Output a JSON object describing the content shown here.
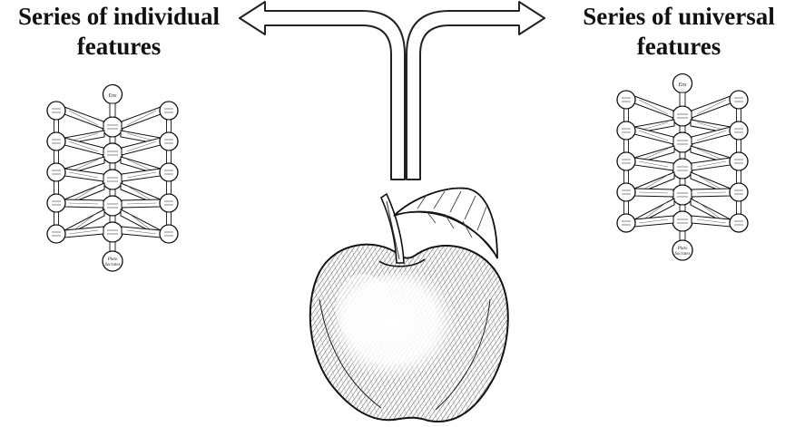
{
  "headings": {
    "left": {
      "line1": "Series of individual",
      "line2": "features"
    },
    "right": {
      "line1": "Series of universal",
      "line2": "features"
    }
  },
  "trees": {
    "left": {
      "top_node": "Ens",
      "bottom_node": "Plato Socrates"
    },
    "right": {
      "top_node": "Ens",
      "bottom_node": "Plato Socrates"
    }
  },
  "icons": [
    "left-arrow-icon",
    "right-arrow-icon",
    "apple-icon",
    "porphyry-tree-icon"
  ],
  "colors": {
    "ink": "#111111",
    "arrow_fill": "#ffffff",
    "background": "#ffffff"
  }
}
